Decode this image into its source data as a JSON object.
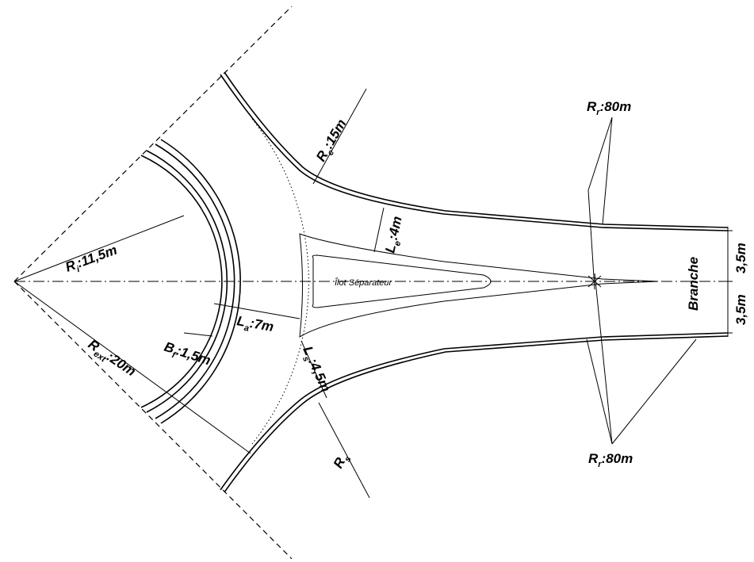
{
  "labels": {
    "ri_main": "R",
    "ri_sub": "i",
    "ri_val": ":11,5m",
    "rext_main": "R",
    "rext_sub": "ext",
    "rext_val": ":20m",
    "bf_main": "B",
    "bf_sub": "f",
    "bf_val": ":1,5m",
    "la_main": "L",
    "la_sub": "a",
    "la_val": ":7m",
    "le_main": "L",
    "le_sub": "e",
    "le_val": ":4m",
    "ls_main": "L",
    "ls_sub": "s",
    "ls_val": ":4,5m",
    "re_main": "R",
    "re_sub": "e",
    "re_val": ":15m",
    "rs_main": "R",
    "rs_sub": "s",
    "rr_top_main": "R",
    "rr_top_sub": "r",
    "rr_top_val": ":80m",
    "rr_bot_main": "R",
    "rr_bot_sub": "r",
    "rr_bot_val": ":80m",
    "island": "Îlot Séparateur",
    "branch": "Branche",
    "lane_top": "3,5m",
    "lane_bottom": "3,5m"
  }
}
